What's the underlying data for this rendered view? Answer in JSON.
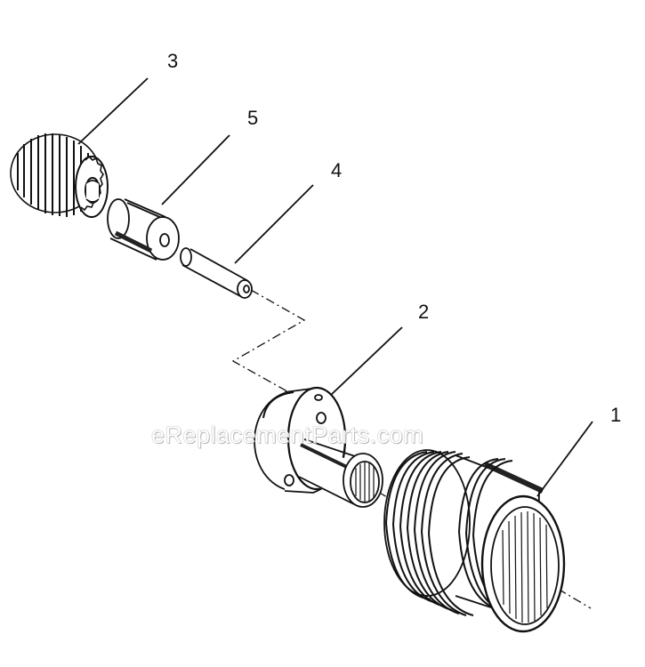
{
  "callouts": {
    "part1": "1",
    "part2": "2",
    "part3": "3",
    "part4": "4",
    "part5": "5"
  },
  "watermark": "eReplacementParts.com",
  "colors": {
    "ink": "#111111",
    "background": "#ffffff"
  }
}
